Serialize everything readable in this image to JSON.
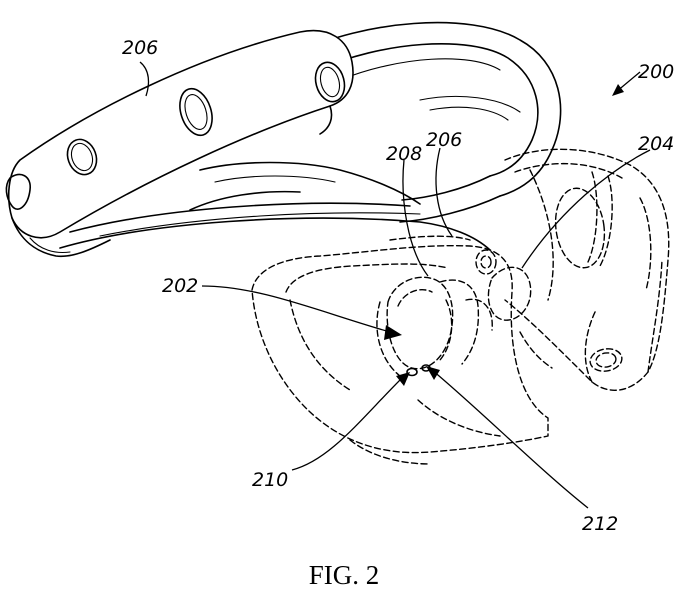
{
  "figure": {
    "caption": "FIG. 2",
    "reference_numerals": {
      "device": "200",
      "headband": "206",
      "headband_inner": "206",
      "display_unit": "204",
      "light_seal": "202",
      "lens": "208",
      "sensor_a": "210",
      "sensor_b": "212"
    }
  }
}
